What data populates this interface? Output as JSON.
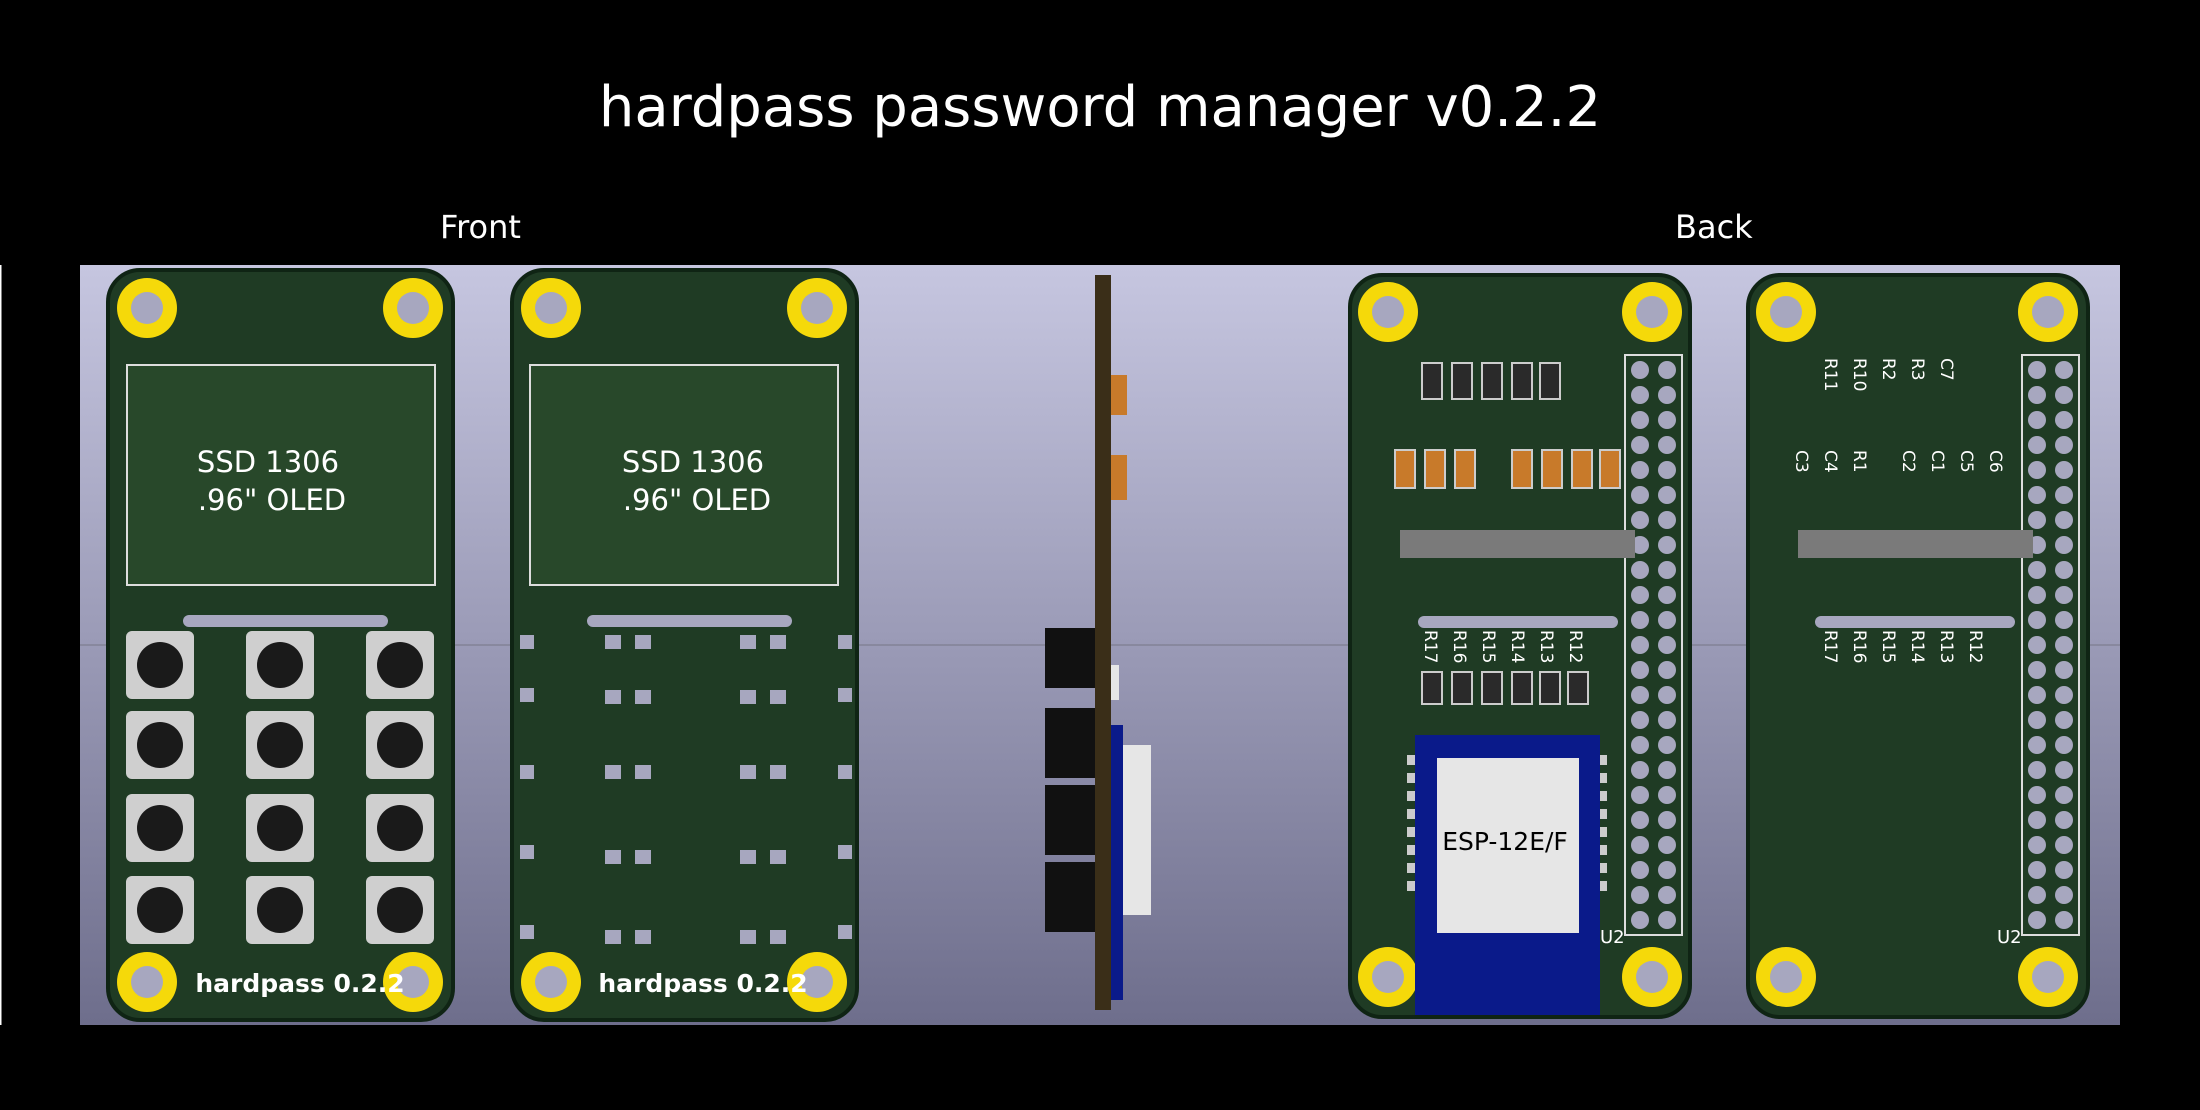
{
  "title": "hardpass password manager v0.2.2",
  "labels": {
    "front": "Front",
    "back": "Back"
  },
  "oled_text": {
    "line1": "SSD 1306",
    "line2": ".96\" OLED"
  },
  "board_text": "hardpass  0.2.2",
  "esp_label": "ESP-12E/F",
  "u2_label": "U2",
  "resistor_labels": [
    "R17",
    "R16",
    "R15",
    "R14",
    "R13",
    "R12"
  ],
  "top_labels_back2": [
    "R11",
    "R10",
    "R2",
    "R3",
    "C7"
  ],
  "cap_labels_back2": [
    "C3",
    "C4",
    "R1",
    "C2",
    "C1",
    "C5",
    "C6"
  ],
  "colors": {
    "pcb": "#1f3b24",
    "pcb_edge": "#0f2414",
    "pad_gold": "#f5d90a",
    "background_top": "#c6c6e0",
    "background_bottom": "#6e6e8c",
    "esp_blue": "#0a1a8a"
  }
}
